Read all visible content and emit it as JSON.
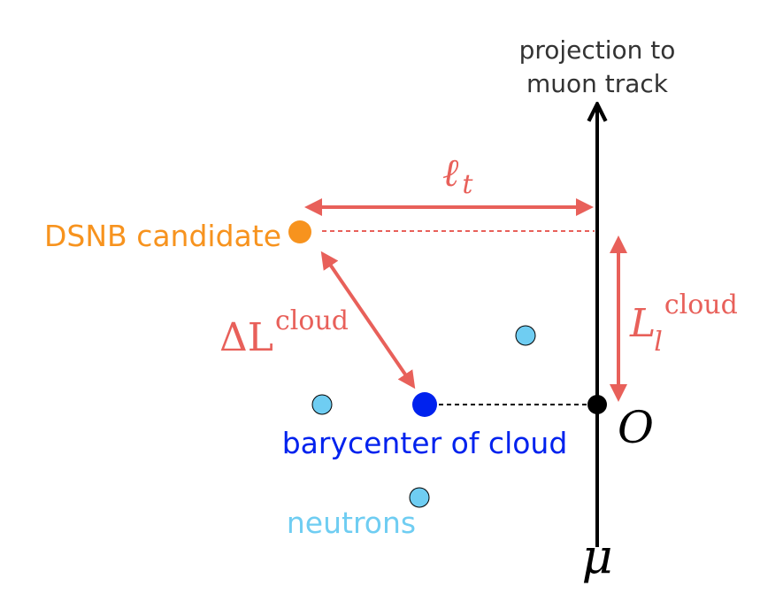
{
  "labels": {
    "projection_line1": "projection to",
    "projection_line2": "muon track",
    "dsnb_candidate": "DSNB candidate",
    "barycenter": "barycenter of cloud",
    "neutrons": "neutrons",
    "ell_t_main": "ℓ",
    "ell_t_sub": "t",
    "delta_l_main": "ΔL",
    "delta_l_sup": "cloud",
    "l_l_main": "L",
    "l_l_sub": "l",
    "l_l_sup": "cloud",
    "origin": "O",
    "mu": "μ"
  },
  "colors": {
    "orange": "#f7931e",
    "blue": "#0022ee",
    "light_blue": "#6fcdf2",
    "red_arrow": "#e8605a",
    "black": "#000000",
    "gray_text": "#333333"
  }
}
